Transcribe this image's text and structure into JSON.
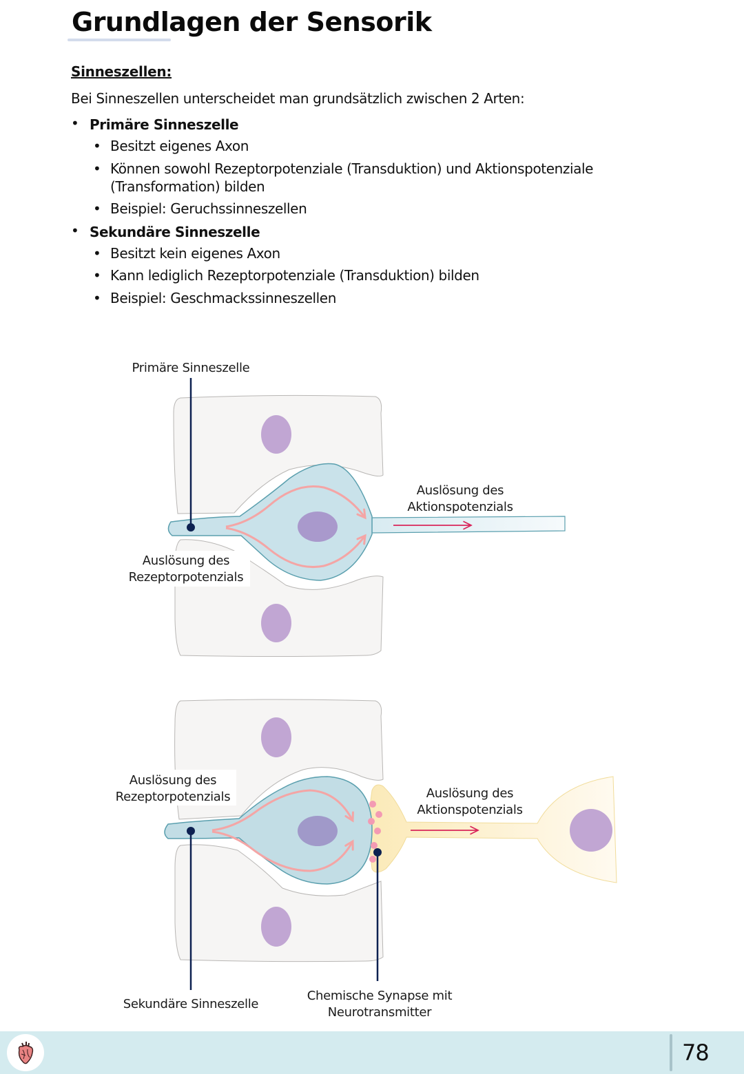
{
  "header": {
    "title": "Grundlagen der Sensorik"
  },
  "section": {
    "heading": "Sinneszellen:",
    "intro": "Bei Sinneszellen unterscheidet man grundsätzlich zwischen 2 Arten:",
    "bullet_glyph": "•",
    "types": [
      {
        "name": "Primäre Sinneszelle",
        "points": [
          "Besitzt eigenes Axon",
          "Können sowohl Rezeptorpotenziale (Transduktion) und Aktionspotenziale (Transformation) bilden",
          "Beispiel: Geruchssinneszellen"
        ]
      },
      {
        "name": "Sekundäre Sinneszelle",
        "points": [
          "Besitzt kein eigenes Axon",
          "Kann lediglich Rezeptorpotenziale (Transduktion) bilden",
          "Beispiel: Geschmackssinneszellen"
        ]
      }
    ]
  },
  "diagrams": {
    "primary": {
      "title_label": "Primäre Sinneszelle",
      "receptor_label": [
        "Auslösung des",
        "Rezeptorpotenzials"
      ],
      "action_label": [
        "Auslösung des",
        "Aktionspotenzials"
      ]
    },
    "secondary": {
      "receptor_label": [
        "Auslösung des",
        "Rezeptorpotenzials"
      ],
      "action_label": [
        "Auslösung des",
        "Aktionspotenzials"
      ],
      "cell_label": "Sekundäre Sinneszelle",
      "synapse_label": [
        "Chemische Synapse mit",
        "Neurotransmitter"
      ]
    },
    "colors": {
      "support_cell": "#f6f5f4",
      "nucleus": "#c1a6d3",
      "sensory_cell": "#c7e1e9",
      "sensory_outline": "#5a9fae",
      "flow_arrow": "#f4a5a5",
      "signal_arrow": "#d9245a",
      "neuron": "#fbeec1",
      "neurotransmitter": "#f39ab3",
      "pointer": "#0d2151"
    }
  },
  "footer": {
    "icon": "heart-anatomy-icon",
    "page_number": "78"
  }
}
